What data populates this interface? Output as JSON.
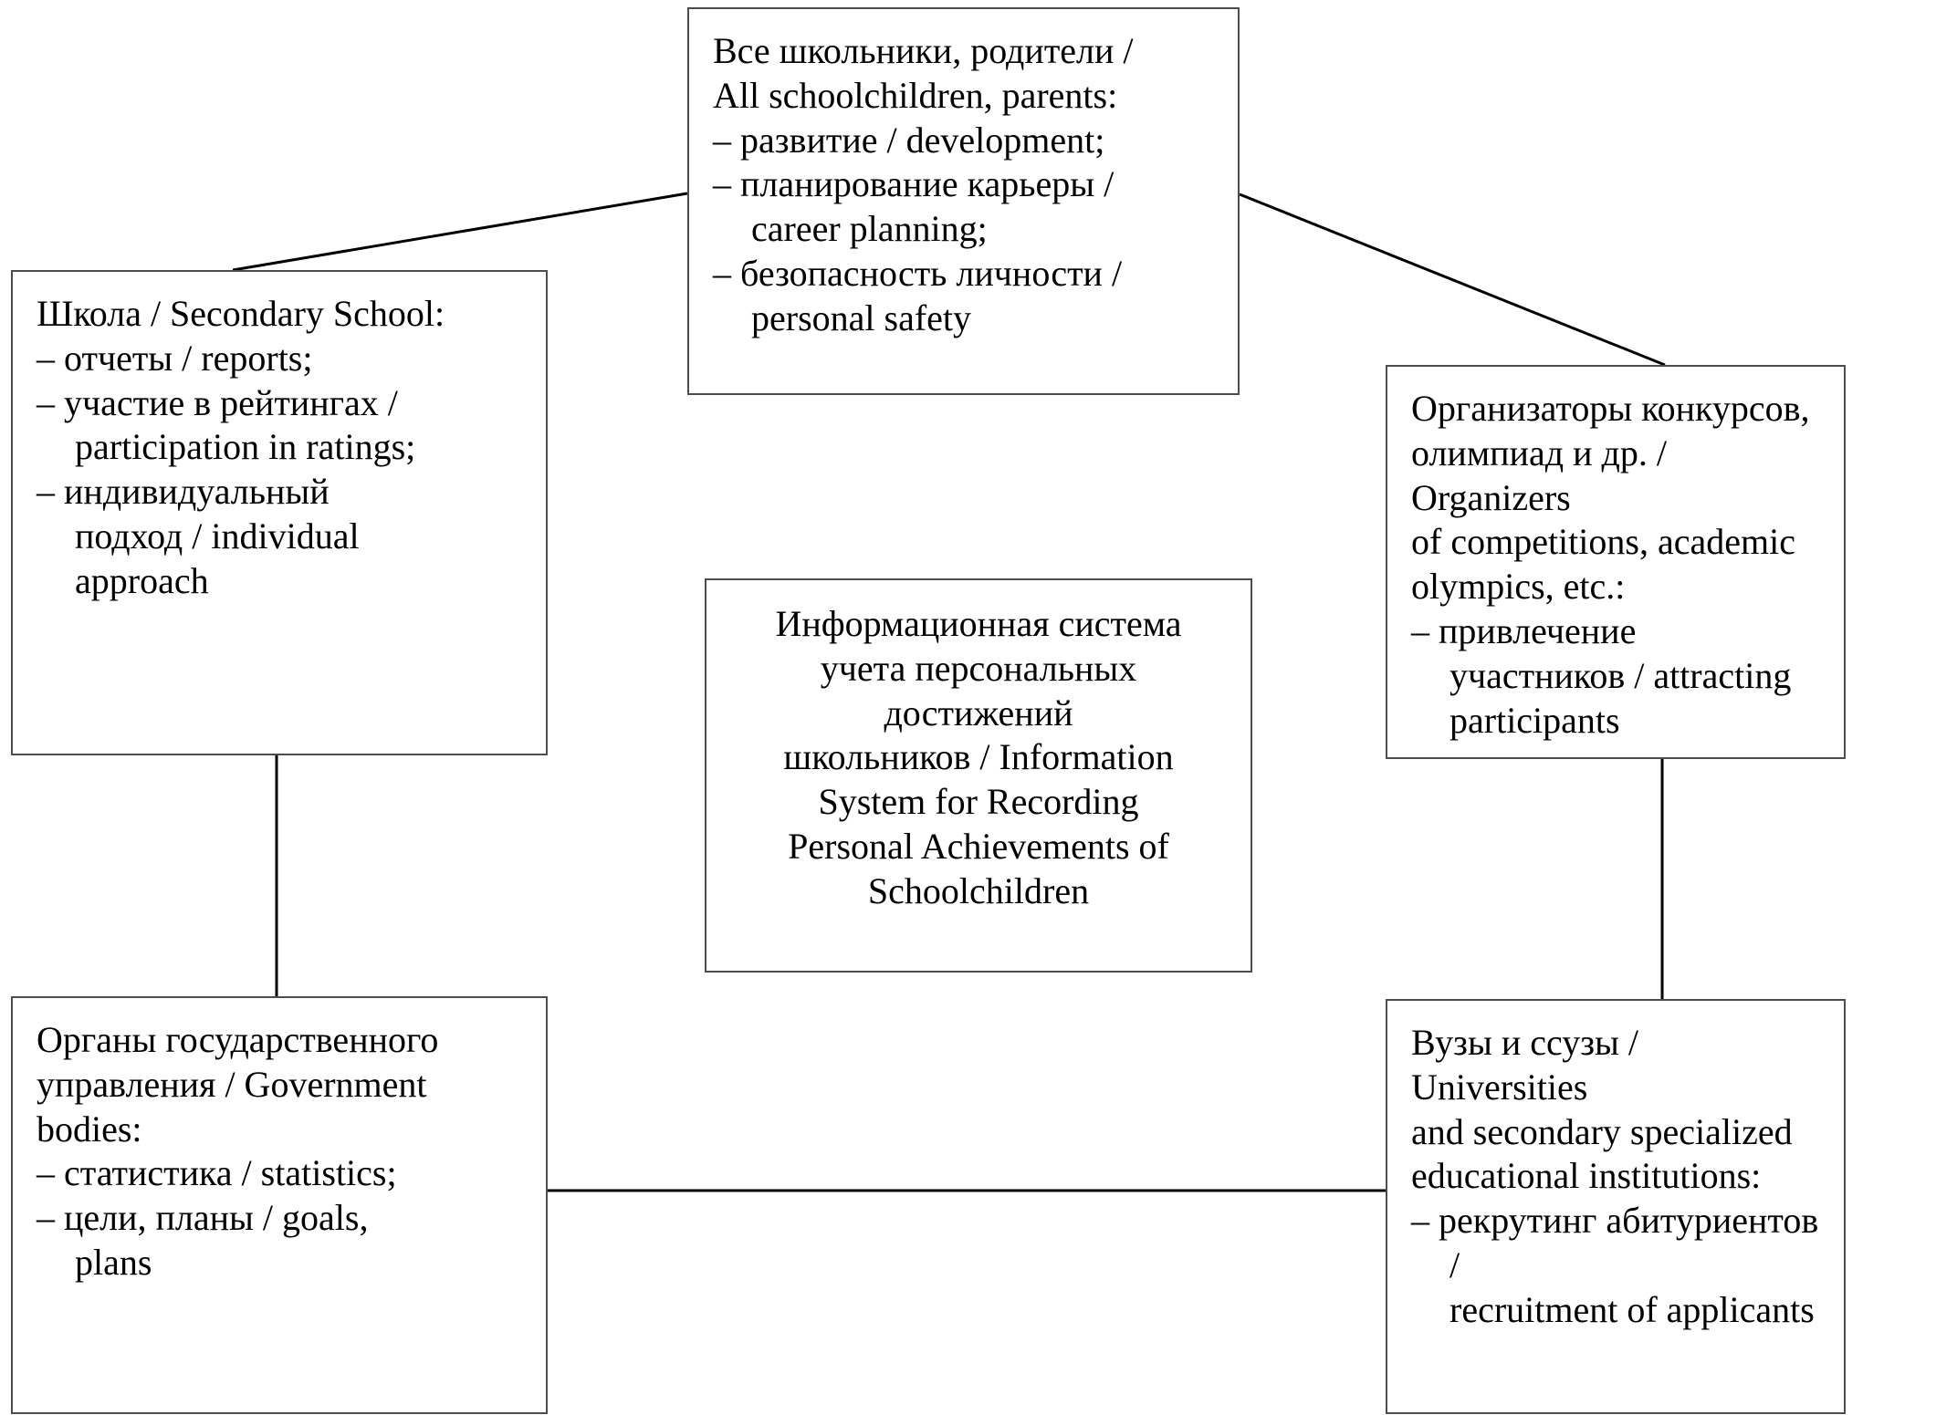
{
  "diagram": {
    "title_internal": "Stakeholders of the Information System for Recording Personal Achievements of Schoolchildren",
    "line_color": "#000000",
    "box_border_color": "#4d4d4d",
    "background": "#ffffff"
  },
  "nodes": {
    "schoolchildren_parents": {
      "lines": [
        "Все школьники, родители /",
        "All schoolchildren, parents:",
        "– развитие / development;",
        "– планирование карьеры /",
        "career planning;",
        "– безопасность личности /",
        "personal safety"
      ]
    },
    "school": {
      "lines": [
        "Школа / Secondary School:",
        "– отчеты / reports;",
        "– участие в рейтингах /",
        "participation in ratings;",
        "– индивидуальный",
        "подход / individual",
        "approach"
      ]
    },
    "organizers": {
      "lines": [
        "Организаторы конкурсов,",
        "олимпиад и др. / Organizers",
        "of competitions, academic",
        "olympics, etc.:",
        "– привлечение",
        "участников / attracting",
        "participants"
      ]
    },
    "information_system": {
      "lines": [
        "Информационная система",
        "учета персональных",
        "достижений",
        "школьников / Information",
        "System for Recording",
        "Personal Achievements of",
        "Schoolchildren"
      ]
    },
    "government_bodies": {
      "lines": [
        "Органы государственного",
        "управления / Government",
        "bodies:",
        "– статистика / statistics;",
        "– цели, планы / goals,",
        "plans"
      ]
    },
    "universities": {
      "lines": [
        "Вузы и ссузы / Universities",
        "and secondary specialized",
        "educational institutions:",
        "– рекрутинг абитуриентов /",
        "recruitment of applicants"
      ]
    }
  }
}
